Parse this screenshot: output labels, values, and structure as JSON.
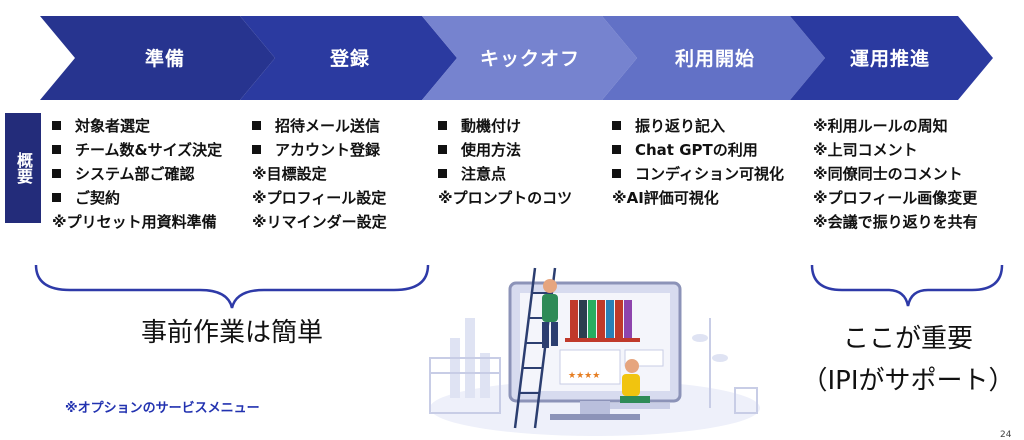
{
  "colors": {
    "arrow_1": "#27348f",
    "arrow_2": "#2b3aa0",
    "arrow_3": "#7683cf",
    "arrow_4": "#6271c6",
    "arrow_5": "#2b3aa0",
    "sidebar": "#232c7a",
    "brace": "#2e3aa8",
    "note": "#2232b0"
  },
  "steps": [
    {
      "label": "準備"
    },
    {
      "label": "登録"
    },
    {
      "label": "キックオフ"
    },
    {
      "label": "利用開始"
    },
    {
      "label": "運用推進"
    }
  ],
  "side_label": "概要",
  "columns": [
    {
      "items": [
        {
          "type": "bullet",
          "text": "対象者選定"
        },
        {
          "type": "bullet",
          "text": "チーム数&サイズ決定"
        },
        {
          "type": "bullet",
          "text": "システム部ご確認"
        },
        {
          "type": "bullet",
          "text": "ご契約"
        },
        {
          "type": "note",
          "text": "※プリセット用資料準備"
        }
      ]
    },
    {
      "items": [
        {
          "type": "bullet",
          "text": "招待メール送信"
        },
        {
          "type": "bullet",
          "text": "アカウント登録"
        },
        {
          "type": "note",
          "text": "※目標設定"
        },
        {
          "type": "note",
          "text": "※プロフィール設定"
        },
        {
          "type": "note",
          "text": "※リマインダー設定"
        }
      ]
    },
    {
      "items": [
        {
          "type": "bullet",
          "text": "動機付け"
        },
        {
          "type": "bullet",
          "text": "使用方法"
        },
        {
          "type": "bullet",
          "text": "注意点"
        },
        {
          "type": "note",
          "text": "※プロンプトのコツ"
        }
      ]
    },
    {
      "items": [
        {
          "type": "bullet",
          "text": "振り返り記入"
        },
        {
          "type": "bullet",
          "text": "Chat GPTの利用"
        },
        {
          "type": "bullet",
          "text": "コンディション可視化"
        },
        {
          "type": "note",
          "text": "※AI評価可視化"
        }
      ]
    },
    {
      "items": [
        {
          "type": "note",
          "text": "※利用ルールの周知"
        },
        {
          "type": "note",
          "text": "※上司コメント"
        },
        {
          "type": "note",
          "text": "※同僚同士のコメント"
        },
        {
          "type": "note",
          "text": "※プロフィール画像変更"
        },
        {
          "type": "note",
          "text": "※会議で振り返りを共有"
        }
      ]
    }
  ],
  "left_summary": "事前作業は簡単",
  "right_summary_line1": "ここが重要",
  "right_summary_line2": "（IPIがサポート）",
  "option_note": "※オプションのサービスメニュー",
  "page_number": "24"
}
